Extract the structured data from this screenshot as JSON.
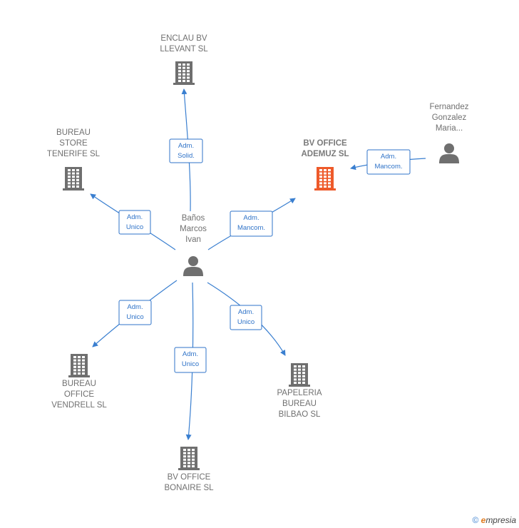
{
  "colors": {
    "edge": "#3a7fd0",
    "building": "#6f6f6f",
    "building_highlight": "#ee5a2a",
    "person": "#6f6f6f"
  },
  "nodes": [
    {
      "id": "enclau",
      "type": "company",
      "icon": "building-icon",
      "lines": [
        "ENCLAU BV",
        "LLEVANT  SL"
      ]
    },
    {
      "id": "bureau-store",
      "type": "company",
      "icon": "building-icon",
      "lines": [
        "BUREAU",
        "STORE",
        "TENERIFE  SL"
      ]
    },
    {
      "id": "bv-office-ademuz",
      "type": "company",
      "icon": "building-icon",
      "highlight": true,
      "lines": [
        "BV OFFICE",
        "ADEMUZ  SL"
      ]
    },
    {
      "id": "fernandez",
      "type": "person",
      "icon": "person-icon",
      "lines": [
        "Fernandez",
        "Gonzalez",
        "Maria..."
      ]
    },
    {
      "id": "banos",
      "type": "person",
      "icon": "person-icon",
      "lines": [
        "Baños",
        "Marcos",
        "Ivan"
      ]
    },
    {
      "id": "bureau-vendrell",
      "type": "company",
      "icon": "building-icon",
      "lines": [
        "BUREAU",
        "OFFICE",
        "VENDRELL  SL"
      ]
    },
    {
      "id": "papeleria",
      "type": "company",
      "icon": "building-icon",
      "lines": [
        "PAPELERIA",
        "BUREAU",
        "BILBAO  SL"
      ]
    },
    {
      "id": "bv-office-bonaire",
      "type": "company",
      "icon": "building-icon",
      "lines": [
        "BV OFFICE",
        "BONAIRE  SL"
      ]
    }
  ],
  "edges": [
    {
      "from": "banos",
      "to": "enclau",
      "lines": [
        "Adm.",
        "Solid."
      ]
    },
    {
      "from": "banos",
      "to": "bureau-store",
      "lines": [
        "Adm.",
        "Unico"
      ]
    },
    {
      "from": "banos",
      "to": "bv-office-ademuz",
      "lines": [
        "Adm.",
        "Mancom."
      ]
    },
    {
      "from": "fernandez",
      "to": "bv-office-ademuz",
      "lines": [
        "Adm.",
        "Mancom."
      ]
    },
    {
      "from": "banos",
      "to": "bureau-vendrell",
      "lines": [
        "Adm.",
        "Unico"
      ]
    },
    {
      "from": "banos",
      "to": "bv-office-bonaire",
      "lines": [
        "Adm.",
        "Unico"
      ]
    },
    {
      "from": "banos",
      "to": "papeleria",
      "lines": [
        "Adm.",
        "Unico"
      ]
    }
  ],
  "watermark": {
    "symbol": "©",
    "brand_initial": "e",
    "brand_rest": "mpresia"
  }
}
